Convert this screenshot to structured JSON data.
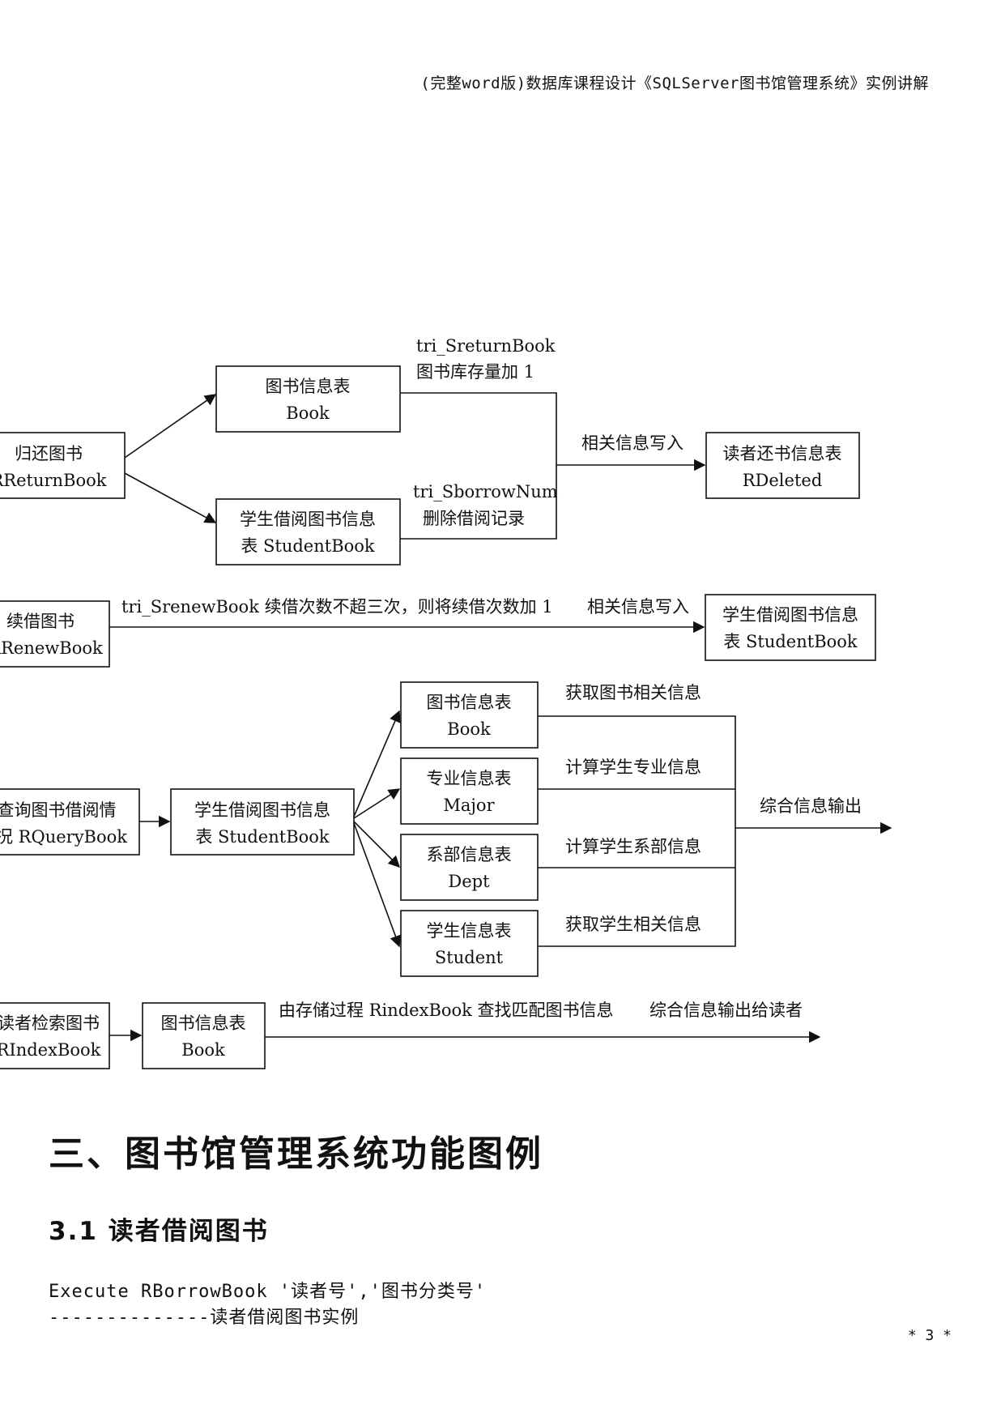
{
  "header": {
    "title": "(完整word版)数据库课程设计《SQLServer图书馆管理系统》实例讲解"
  },
  "diagram": {
    "return_flow": {
      "start": [
        "归还图书",
        "RReturnBook"
      ],
      "book": [
        "图书信息表",
        "Book"
      ],
      "student_book": [
        "学生借阅图书信息",
        "表    StudentBook"
      ],
      "trigger1": [
        "tri_SreturnBook",
        "图书库存量加 1"
      ],
      "trigger2": [
        "tri_SborrowNum",
        "删除借阅记录"
      ],
      "write_label": "相关信息写入",
      "target": [
        "读者还书信息表",
        "RDeleted"
      ]
    },
    "renew_flow": {
      "start": [
        "续借图书",
        "RRenewBook"
      ],
      "label": "tri_SrenewBook 续借次数不超三次，则将续借次数加 1",
      "write_label": "相关信息写入",
      "target": [
        "学生借阅图书信息",
        "表    StudentBook"
      ]
    },
    "query_flow": {
      "start": [
        "查询图书借阅情",
        "况  RQueryBook"
      ],
      "student_book": [
        "学生借阅图书信息",
        "表    StudentBook"
      ],
      "book": [
        "图书信息表",
        "Book"
      ],
      "major": [
        "专业信息表",
        "Major"
      ],
      "dept": [
        "系部信息表",
        "Dept"
      ],
      "student": [
        "学生信息表",
        "Student"
      ],
      "label_book": "获取图书相关信息",
      "label_major": "计算学生专业信息",
      "label_dept": "计算学生系部信息",
      "label_student": "获取学生相关信息",
      "output_label": "综合信息输出"
    },
    "index_flow": {
      "start": [
        "读者检索图书",
        "RIndexBook"
      ],
      "book": [
        "图书信息表",
        "Book"
      ],
      "label": "由存储过程 RindexBook  查找匹配图书信息",
      "output_label": "综合信息输出给读者"
    }
  },
  "section": {
    "h1": "三、图书馆管理系统功能图例",
    "h2": "3.1 读者借阅图书",
    "code_line1": "Execute RBorrowBook '读者号','图书分类号'",
    "code_line2": "--------------读者借阅图书实例"
  },
  "page_number": "* 3 *"
}
